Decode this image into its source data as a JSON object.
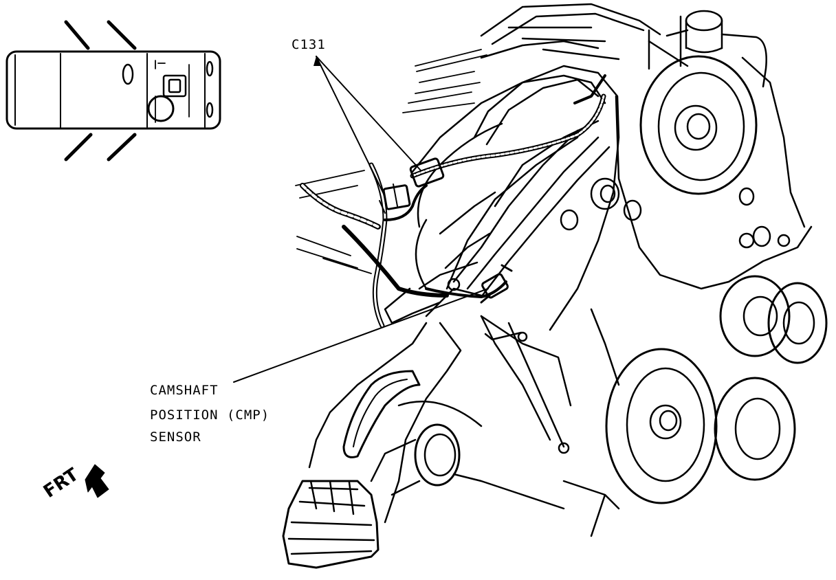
{
  "labels": {
    "connector": "C131",
    "sensor_line1": "CAMSHAFT",
    "sensor_line2": "POSITION (CMP)",
    "sensor_line3": "SENSOR",
    "front": "FRT"
  },
  "icons": {
    "front_arrow": "arrow-icon",
    "vehicle_locator": "vehicle-top-view-icon"
  },
  "colors": {
    "ink": "#000000",
    "paper": "#ffffff"
  }
}
